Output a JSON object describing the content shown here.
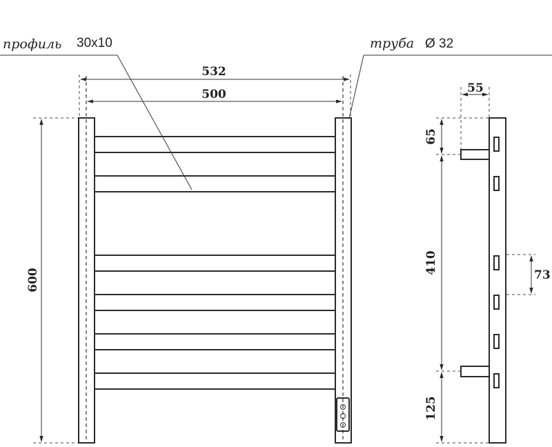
{
  "callouts": {
    "profile": {
      "label": "профиль",
      "value": "30x10"
    },
    "pipe": {
      "label": "труба",
      "value": "Ø 32"
    }
  },
  "dimensions": {
    "overall_width": "532",
    "inner_width": "500",
    "height": "600",
    "side_depth": "55",
    "top_offset": "65",
    "mount_spacing": "410",
    "bar_gap": "73",
    "bottom_offset": "125"
  },
  "colors": {
    "line": "#2a2a2a",
    "background": "#ffffff"
  }
}
